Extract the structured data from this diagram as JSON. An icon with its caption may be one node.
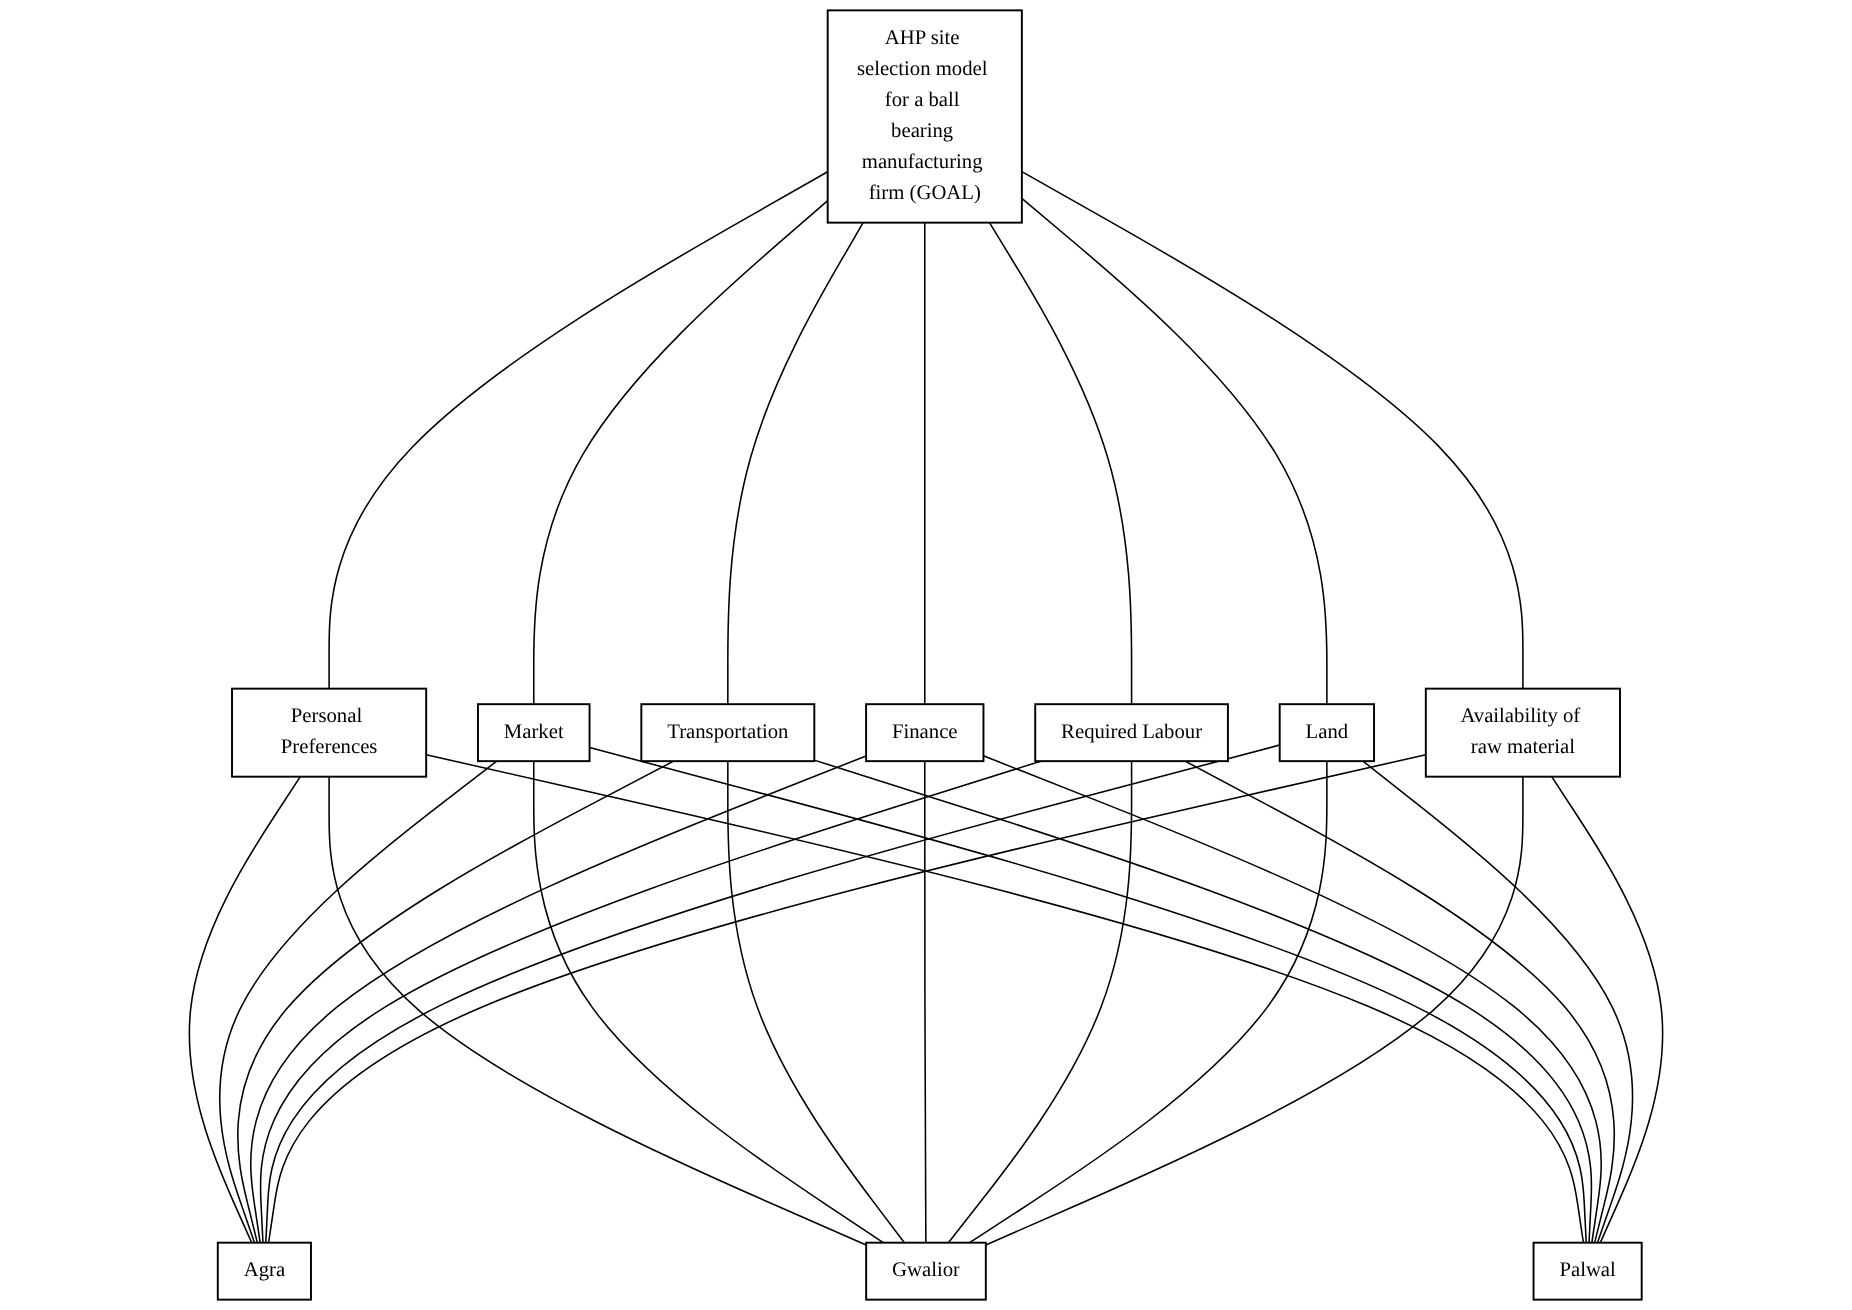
{
  "diagram": {
    "nodes": [
      {
        "text": [
          "AHP site selection model for a ball bearing manufacturing firm (GOAL)"
        ]
      },
      {
        "text": [
          "Personal Preferences"
        ]
      },
      {
        "text": [
          "Market"
        ]
      },
      {
        "text": [
          "Transportation"
        ]
      },
      {
        "text": [
          "Finance"
        ]
      },
      {
        "text": [
          "Required Labour"
        ]
      },
      {
        "text": [
          "Land"
        ]
      },
      {
        "text": [
          "Availability of raw material"
        ]
      },
      {
        "text": [
          "Agra"
        ]
      },
      {
        "text": [
          "Gwalior"
        ]
      },
      {
        "text": [
          "Palwal"
        ]
      }
    ],
    "edges": [
      {
        "from": 0,
        "to": 1,
        "arrow": "none"
      },
      {
        "from": 0,
        "to": 2,
        "arrow": "none"
      },
      {
        "from": 0,
        "to": 3,
        "arrow": "none"
      },
      {
        "from": 0,
        "to": 4,
        "arrow": "none"
      },
      {
        "from": 0,
        "to": 5,
        "arrow": "none"
      },
      {
        "from": 0,
        "to": 6,
        "arrow": "none"
      },
      {
        "from": 0,
        "to": 7,
        "arrow": "none"
      },
      {
        "from": 1,
        "to": 8,
        "arrow": "none"
      },
      {
        "from": 1,
        "to": 9,
        "arrow": "none"
      },
      {
        "from": 1,
        "to": 10,
        "arrow": "none"
      },
      {
        "from": 2,
        "to": 8,
        "arrow": "none"
      },
      {
        "from": 2,
        "to": 9,
        "arrow": "none"
      },
      {
        "from": 2,
        "to": 10,
        "arrow": "none"
      },
      {
        "from": 3,
        "to": 8,
        "arrow": "none"
      },
      {
        "from": 3,
        "to": 9,
        "arrow": "none"
      },
      {
        "from": 3,
        "to": 10,
        "arrow": "none"
      },
      {
        "from": 4,
        "to": 8,
        "arrow": "none"
      },
      {
        "from": 4,
        "to": 9,
        "arrow": "none"
      },
      {
        "from": 4,
        "to": 10,
        "arrow": "none"
      },
      {
        "from": 5,
        "to": 8,
        "arrow": "none"
      },
      {
        "from": 5,
        "to": 9,
        "arrow": "none"
      },
      {
        "from": 5,
        "to": 10,
        "arrow": "none"
      },
      {
        "from": 6,
        "to": 8,
        "arrow": "none"
      },
      {
        "from": 6,
        "to": 9,
        "arrow": "none"
      },
      {
        "from": 6,
        "to": 10,
        "arrow": "none"
      },
      {
        "from": 7,
        "to": 8,
        "arrow": "none"
      },
      {
        "from": 7,
        "to": 9,
        "arrow": "none"
      },
      {
        "from": 7,
        "to": 10,
        "arrow": "none"
      }
    ]
  }
}
